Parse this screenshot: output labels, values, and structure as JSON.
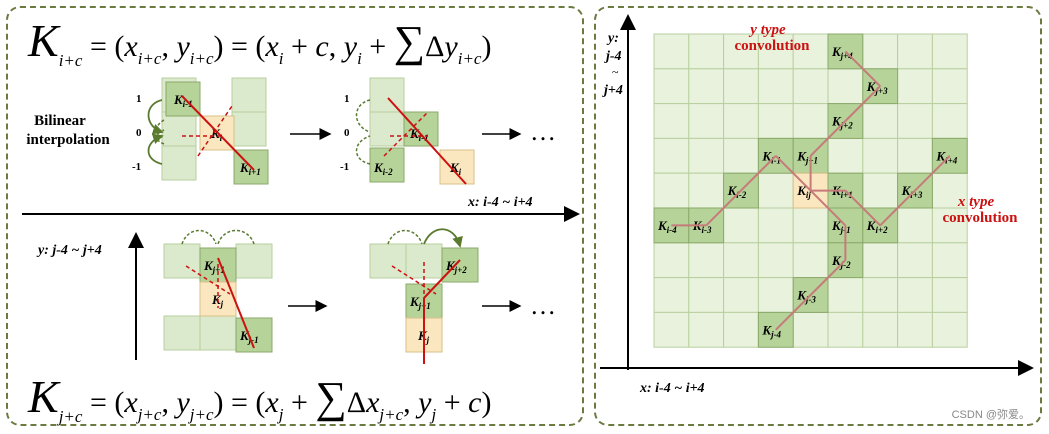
{
  "equations": {
    "top": {
      "K": "K",
      "sub": "i+c",
      "rest": " = (x",
      "rest_full": "= (x_{i+c}, y_{i+c}) = (x_i + c, y_i + ∑Δy_{i+c})",
      "p1": "i+c",
      "p2": "i+c",
      "p3": "i",
      "p4": "i",
      "p5": "i+c"
    },
    "bottom": {
      "K": "K",
      "sub": "j+c",
      "p1": "j+c",
      "p2": "j+c",
      "p3": "j",
      "p4": "j+c",
      "p5": "j"
    }
  },
  "left_panel": {
    "bilinear_label_1": "Bilinear",
    "bilinear_label_2": "interpolation",
    "y_ticks": [
      "1",
      "0",
      "-1"
    ],
    "x_axis_label": "x: i-4 ~ i+4",
    "y_axis_label": "y: j-4 ~ j+4",
    "ellipsis": "…",
    "cells_top_1": {
      "k1": "K",
      "k1s": "i-1",
      "k2": "K",
      "k2s": "i",
      "k3": "K",
      "k3s": "i+1"
    },
    "cells_top_2": {
      "k1": "K",
      "k1s": "i-1",
      "k2": "K",
      "k2s": "i-2",
      "k3": "K",
      "k3s": "i"
    },
    "cells_bot_1": {
      "k1": "K",
      "k1s": "j+1",
      "k2": "K",
      "k2s": "j",
      "k3": "K",
      "k3s": "j-1"
    },
    "cells_bot_2": {
      "k1": "K",
      "k1s": "j+2",
      "k2": "K",
      "k2s": "j+1",
      "k3": "K",
      "k3s": "j"
    }
  },
  "right_panel": {
    "y_type_1": "y type",
    "y_type_2": "convolution",
    "x_type_1": "x type",
    "x_type_2": "convolution",
    "y_axis_1": "y:",
    "y_axis_2": "j-4",
    "y_axis_3": "~",
    "y_axis_4": "j+4",
    "x_axis_label": "x: i-4 ~ i+4",
    "grid_cells": [
      {
        "col": 5,
        "row": 0,
        "k": "K",
        "s": "j+4"
      },
      {
        "col": 6,
        "row": 1,
        "k": "K",
        "s": "j+3"
      },
      {
        "col": 5,
        "row": 2,
        "k": "K",
        "s": "j+2"
      },
      {
        "col": 3,
        "row": 3,
        "k": "K",
        "s": "i-1"
      },
      {
        "col": 4,
        "row": 3,
        "k": "K",
        "s": "j+1"
      },
      {
        "col": 8,
        "row": 3,
        "k": "K",
        "s": "i+4"
      },
      {
        "col": 2,
        "row": 4,
        "k": "K",
        "s": "i-2"
      },
      {
        "col": 4,
        "row": 4,
        "k": "K",
        "s": "ij",
        "center": true
      },
      {
        "col": 5,
        "row": 4,
        "k": "K",
        "s": "i+1"
      },
      {
        "col": 7,
        "row": 4,
        "k": "K",
        "s": "i+3"
      },
      {
        "col": 0,
        "row": 5,
        "k": "K",
        "s": "i-4"
      },
      {
        "col": 1,
        "row": 5,
        "k": "K",
        "s": "i-3"
      },
      {
        "col": 5,
        "row": 5,
        "k": "K",
        "s": "j-1"
      },
      {
        "col": 6,
        "row": 5,
        "k": "K",
        "s": "i+2"
      },
      {
        "col": 5,
        "row": 6,
        "k": "K",
        "s": "j-2"
      },
      {
        "col": 4,
        "row": 7,
        "k": "K",
        "s": "j-3"
      },
      {
        "col": 3,
        "row": 8,
        "k": "K",
        "s": "j-4"
      }
    ]
  },
  "watermark": "CSDN @弥爱。",
  "colors": {
    "cell": "#e8f2dc",
    "cell_border": "#b9cfa0",
    "dark_cell": "#b6d39a",
    "center_cell": "#fbe7bf",
    "red": "#cc1111",
    "arrow_green": "#5a7a2e"
  }
}
